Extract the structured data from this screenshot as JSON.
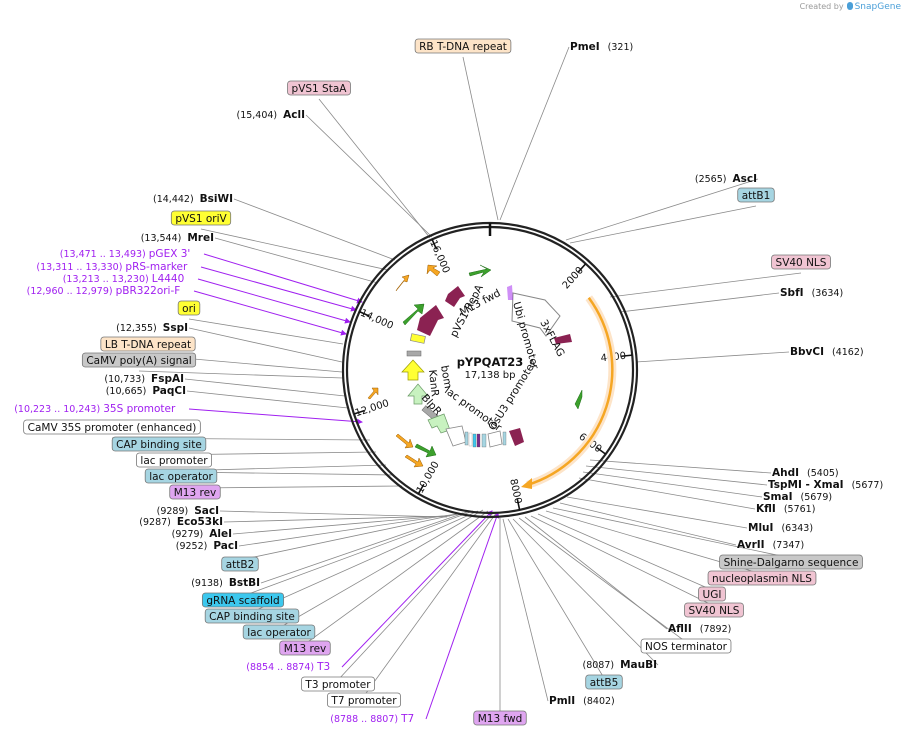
{
  "branding": {
    "created_by": "Created by",
    "product": "SnapGene"
  },
  "plasmid": {
    "name": "pYPQAT23",
    "size_label": "17,138 bp",
    "length": 17138
  },
  "ticks": [
    "2000",
    "4000",
    "6000",
    "8000",
    "10,000",
    "12,000",
    "14,000",
    "16,000"
  ],
  "colors": {
    "orange_box": "#fde4c8",
    "pink_box": "#f0c4d2",
    "yellow_box": "#ffff33",
    "gray_box": "#c8c8c8",
    "blue_box": "#a6d5e2",
    "cyan_box": "#3cc8ee",
    "violet_box": "#dfa5f0",
    "primer": "#a020f0",
    "arrow_orange": "#f5a623",
    "arrow_green": "#3ca02c",
    "maroon": "#8b2252",
    "site_line": "#8a8a8a"
  },
  "feature_labels": {
    "pvs1_repa": "pVS1 RepA",
    "m13_fwd_inner": "M13 fwd",
    "ubi_promoter": "Ubi promoter",
    "flag": "3xFLAG",
    "bom": "bom",
    "kanr": "KanR",
    "lac_promoter": "lac promoter",
    "blpr": "BlpR",
    "osu3_promoter": "OsU3 promoter"
  },
  "labels": [
    {
      "id": "rb-tdna",
      "text": "RB T-DNA repeat",
      "kind": "box",
      "box": "orange_box"
    },
    {
      "id": "pmei",
      "text": "PmeI",
      "pos": "(321)",
      "kind": "site"
    },
    {
      "id": "pvs1-sta",
      "text": "pVS1 StaA",
      "kind": "box",
      "box": "pink_box"
    },
    {
      "id": "acli",
      "text": "AclI",
      "pos": "(15,404)",
      "kind": "site"
    },
    {
      "id": "asci",
      "text": "AscI",
      "pos": "(2565)",
      "kind": "site"
    },
    {
      "id": "attb1",
      "text": "attB1",
      "kind": "box",
      "box": "blue_box"
    },
    {
      "id": "bsiwi",
      "text": "BsiWI",
      "pos": "(14,442)",
      "kind": "site"
    },
    {
      "id": "pvs1-oriv",
      "text": "pVS1 oriV",
      "kind": "box",
      "box": "yellow_box"
    },
    {
      "id": "mrei",
      "text": "MreI",
      "pos": "(13,544)",
      "kind": "site"
    },
    {
      "id": "pgex3",
      "text": "pGEX 3'",
      "pos": "(13,471 .. 13,493)",
      "kind": "primer"
    },
    {
      "id": "prs-marker",
      "text": "pRS-marker",
      "pos": "(13,311 .. 13,330)",
      "kind": "primer"
    },
    {
      "id": "l4440",
      "text": "L4440",
      "pos": "(13,213 .. 13,230)",
      "kind": "primer"
    },
    {
      "id": "pbr322",
      "text": "pBR322ori-F",
      "pos": "(12,960 .. 12,979)",
      "kind": "primer"
    },
    {
      "id": "sv40-nls-1",
      "text": "SV40 NLS",
      "kind": "box",
      "box": "pink_box"
    },
    {
      "id": "sbfi",
      "text": "SbfI",
      "pos": "(3634)",
      "kind": "site"
    },
    {
      "id": "ori",
      "text": "ori",
      "kind": "box",
      "box": "yellow_box"
    },
    {
      "id": "sspi",
      "text": "SspI",
      "pos": "(12,355)",
      "kind": "site"
    },
    {
      "id": "lb-tdna",
      "text": "LB T-DNA repeat",
      "kind": "box",
      "box": "orange_box"
    },
    {
      "id": "bbvci",
      "text": "BbvCI",
      "pos": "(4162)",
      "kind": "site"
    },
    {
      "id": "camv-polya",
      "text": "CaMV poly(A) signal",
      "kind": "box",
      "box": "gray_box"
    },
    {
      "id": "fspai",
      "text": "FspAI",
      "pos": "(10,733)",
      "kind": "site"
    },
    {
      "id": "paqci",
      "text": "PaqCI",
      "pos": "(10,665)",
      "kind": "site"
    },
    {
      "id": "35s-promoter",
      "text": "35S promoter",
      "pos": "(10,223 .. 10,243)",
      "kind": "primer"
    },
    {
      "id": "camv-35s",
      "text": "CaMV 35S promoter (enhanced)",
      "kind": "box",
      "box": "white"
    },
    {
      "id": "cap-1",
      "text": "CAP binding site",
      "kind": "box",
      "box": "blue_box"
    },
    {
      "id": "lac-prom-1",
      "text": "lac promoter",
      "kind": "box",
      "box": "white"
    },
    {
      "id": "lac-op-1",
      "text": "lac operator",
      "kind": "box",
      "box": "blue_box"
    },
    {
      "id": "m13rev-1",
      "text": "M13 rev",
      "kind": "box",
      "box": "violet_box"
    },
    {
      "id": "ahdi",
      "text": "AhdI",
      "pos": "(5405)",
      "kind": "site"
    },
    {
      "id": "tspmi",
      "text": "TspMI",
      "pos": "(5677)",
      "kind": "site2",
      "extra": " - XmaI"
    },
    {
      "id": "smai",
      "text": "SmaI",
      "pos": "(5679)",
      "kind": "site"
    },
    {
      "id": "kfli",
      "text": "KflI",
      "pos": "(5761)",
      "kind": "site"
    },
    {
      "id": "saci",
      "text": "SacI",
      "pos": "(9289)",
      "kind": "site"
    },
    {
      "id": "eco53ki",
      "text": "Eco53kI",
      "pos": "(9287)",
      "kind": "site"
    },
    {
      "id": "alei",
      "text": "AleI",
      "pos": "(9279)",
      "kind": "site"
    },
    {
      "id": "paci",
      "text": "PacI",
      "pos": "(9252)",
      "kind": "site"
    },
    {
      "id": "mlui",
      "text": "MluI",
      "pos": "(6343)",
      "kind": "site"
    },
    {
      "id": "avrii",
      "text": "AvrII",
      "pos": "(7347)",
      "kind": "site"
    },
    {
      "id": "shine",
      "text": "Shine-Dalgarno sequence",
      "kind": "box",
      "box": "gray_box"
    },
    {
      "id": "attb2",
      "text": "attB2",
      "kind": "box",
      "box": "blue_box"
    },
    {
      "id": "nucleo",
      "text": "nucleoplasmin NLS",
      "kind": "box",
      "box": "pink_box"
    },
    {
      "id": "bstbi",
      "text": "BstBI",
      "pos": "(9138)",
      "kind": "site"
    },
    {
      "id": "ugi",
      "text": "UGI",
      "kind": "box",
      "box": "pink_box"
    },
    {
      "id": "grna",
      "text": "gRNA scaffold",
      "kind": "box",
      "box": "cyan_box"
    },
    {
      "id": "sv40-nls-2",
      "text": "SV40 NLS",
      "kind": "box",
      "box": "pink_box"
    },
    {
      "id": "cap-2",
      "text": "CAP binding site",
      "kind": "box",
      "box": "blue_box"
    },
    {
      "id": "aflii",
      "text": "AflII",
      "pos": "(7892)",
      "kind": "site"
    },
    {
      "id": "lac-op-2",
      "text": "lac operator",
      "kind": "box",
      "box": "blue_box"
    },
    {
      "id": "nos-term",
      "text": "NOS terminator",
      "kind": "box",
      "box": "white"
    },
    {
      "id": "m13rev-2",
      "text": "M13 rev",
      "kind": "box",
      "box": "violet_box"
    },
    {
      "id": "maubi",
      "text": "MauBI",
      "pos": "(8087)",
      "kind": "site"
    },
    {
      "id": "t3",
      "text": "T3",
      "pos": "(8854 .. 8874)",
      "kind": "primer"
    },
    {
      "id": "attb5",
      "text": "attB5",
      "kind": "box",
      "box": "blue_box"
    },
    {
      "id": "t3-prom",
      "text": "T3 promoter",
      "kind": "box",
      "box": "white"
    },
    {
      "id": "pmli",
      "text": "PmlI",
      "pos": "(8402)",
      "kind": "site"
    },
    {
      "id": "t7-prom",
      "text": "T7 promoter",
      "kind": "box",
      "box": "white"
    },
    {
      "id": "t7",
      "text": "T7",
      "pos": "(8788 .. 8807)",
      "kind": "primer"
    },
    {
      "id": "m13fwd",
      "text": "M13 fwd",
      "kind": "box",
      "box": "violet_box"
    }
  ]
}
